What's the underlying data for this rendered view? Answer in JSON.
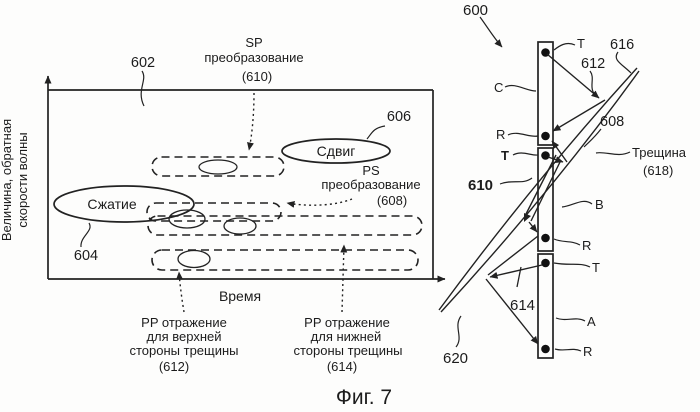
{
  "figure_caption": "Фиг. 7",
  "chart": {
    "ref": "602",
    "y_axis": {
      "label_line1": "Величина, обратная",
      "label_line2": "скорости волны"
    },
    "x_axis": {
      "label": "Время"
    },
    "annotations": {
      "sp_transform": {
        "line1": "SP",
        "line2": "преобразование",
        "ref": "(610)"
      },
      "shift": {
        "label": "Сдвиг",
        "ref": "606"
      },
      "ps_transform": {
        "line1": "PS",
        "line2": "преобразование",
        "ref": "(608)"
      },
      "compression": {
        "label": "Сжатие",
        "ref": "604"
      },
      "pp_upper": {
        "line1": "PP отражение",
        "line2": "для верхней",
        "line3": "стороны трещины",
        "ref": "(612)"
      },
      "pp_lower": {
        "line1": "PP отражение",
        "line2": "для нижней",
        "line3": "стороны трещины",
        "ref": "(614)"
      }
    }
  },
  "well": {
    "ref": "600",
    "segment_labels": {
      "c": "C",
      "b": "B",
      "a": "A"
    },
    "sensor_labels": {
      "t1": "T",
      "r1": "R",
      "t2": "T",
      "r2": "R",
      "t3": "T",
      "r3": "R"
    },
    "ray_refs": {
      "r616": "616",
      "r612": "612",
      "r608": "608",
      "r610": "610",
      "r614": "614",
      "r620": "620"
    },
    "fracture": {
      "label": "Трещина",
      "ref": "(618)"
    }
  }
}
